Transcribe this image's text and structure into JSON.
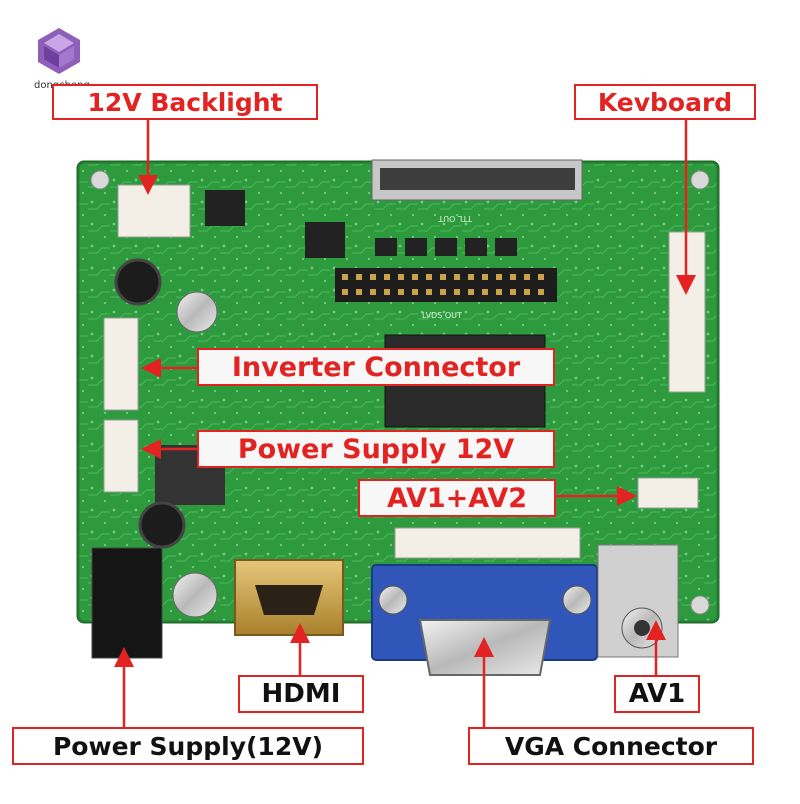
{
  "watermark": {
    "text": "dongcheng",
    "logo_icon": "cube-logo-icon"
  },
  "labels": {
    "backlight": "12V Backlight",
    "keyboard": "Kevboard",
    "inverter": "Inverter Connector",
    "power_12v": "Power Supply 12V",
    "av1_av2": "AV1+AV2",
    "hdmi": "HDMI",
    "av1": "AV1",
    "power_supply": "Power Supply(12V)",
    "vga": "VGA Connector"
  },
  "pcb_silkscreen": {
    "ttl_out": "TTL OUT",
    "lvds_out": "LVDS OUT"
  },
  "colors": {
    "pcb_green": "#2e9a3e",
    "label_red": "#e32222",
    "vga_blue": "#2f56b8",
    "hdmi_gold": "#c9a24a"
  }
}
